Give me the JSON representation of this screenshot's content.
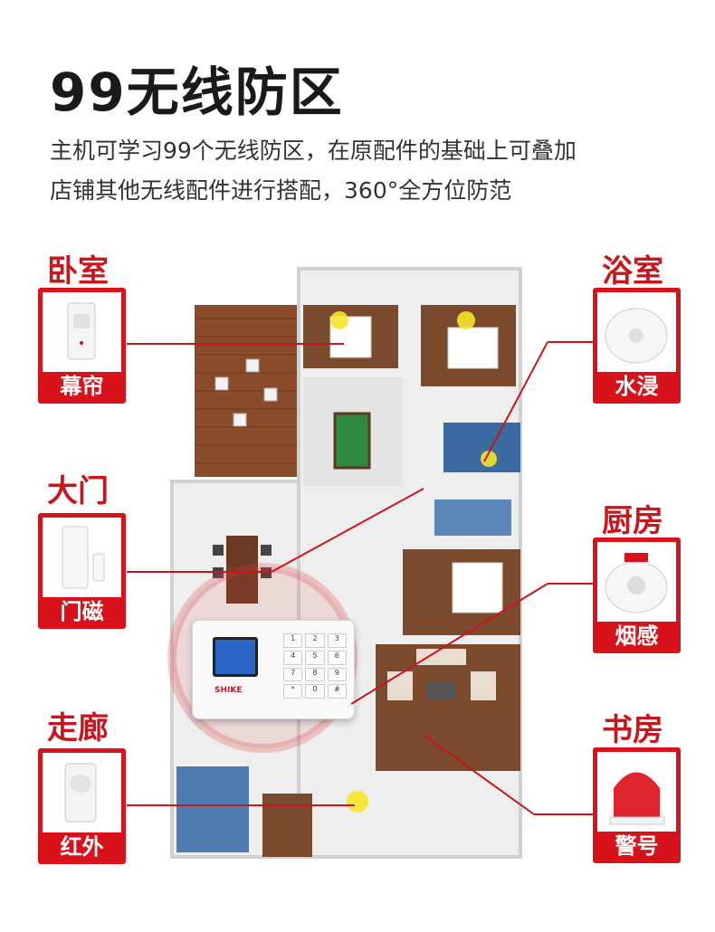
{
  "header": {
    "title": "99无线防区",
    "desc_line1": "主机可学习99个无线防区，在原配件的基础上可叠加",
    "desc_line2": "店铺其他无线配件进行搭配，360°全方位防范"
  },
  "left_items": [
    {
      "room": "卧室",
      "device": "幕帘",
      "icon": "curtain-sensor-icon"
    },
    {
      "room": "大门",
      "device": "门磁",
      "icon": "door-magnet-icon"
    },
    {
      "room": "走廊",
      "device": "红外",
      "icon": "pir-sensor-icon"
    }
  ],
  "right_items": [
    {
      "room": "浴室",
      "device": "水浸",
      "icon": "water-leak-sensor-icon"
    },
    {
      "room": "厨房",
      "device": "烟感",
      "icon": "smoke-detector-icon"
    },
    {
      "room": "书房",
      "device": "警号",
      "icon": "siren-icon"
    }
  ],
  "panel": {
    "brand": "SHIKE",
    "keys": [
      "1",
      "2",
      "3",
      "4",
      "5",
      "6",
      "7",
      "8",
      "9",
      "*",
      "0",
      "#"
    ]
  },
  "colors": {
    "accent": "#d7121b",
    "line": "#c8161d"
  }
}
